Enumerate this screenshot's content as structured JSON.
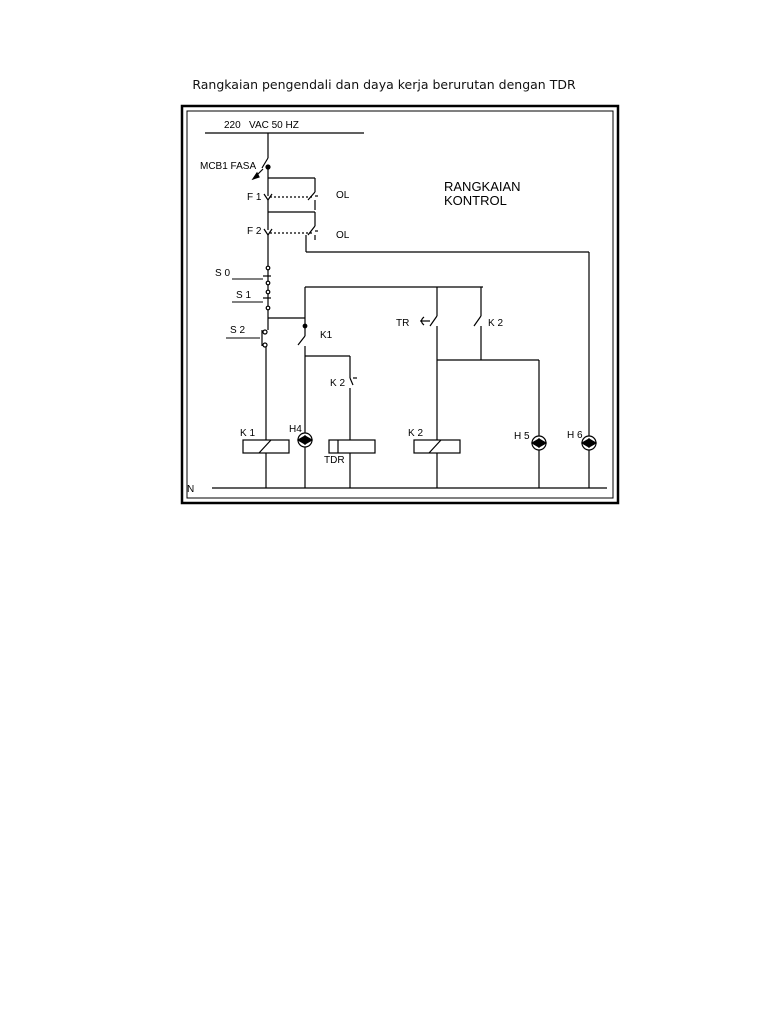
{
  "page": {
    "caption": "Rangkaian pengendali dan daya kerja berurutan dengan TDR"
  },
  "diagram": {
    "supply_label": "220   VAC 50 HZ",
    "mcb_label": "MCB1 FASA",
    "fuse1_label": "F 1",
    "fuse2_label": "F 2",
    "ol1_label": "OL",
    "ol2_label": "OL",
    "title_line1": "RANGKAIAN",
    "title_line2": "KONTROL",
    "s0_label": "S 0",
    "s1_label": "S 1",
    "s2_label": "S 2",
    "k1_contact_label": "K1",
    "k2_nc_label": "K 2",
    "tr_label": "TR",
    "k2_contact_label": "K 2",
    "coil_k1_label": "K 1",
    "lamp_h4_label": "H4",
    "coil_tdr_label": "TDR",
    "coil_k2_label": "K 2",
    "lamp_h5_label": "H 5",
    "lamp_h6_label": "H 6",
    "neutral_label": "N"
  }
}
